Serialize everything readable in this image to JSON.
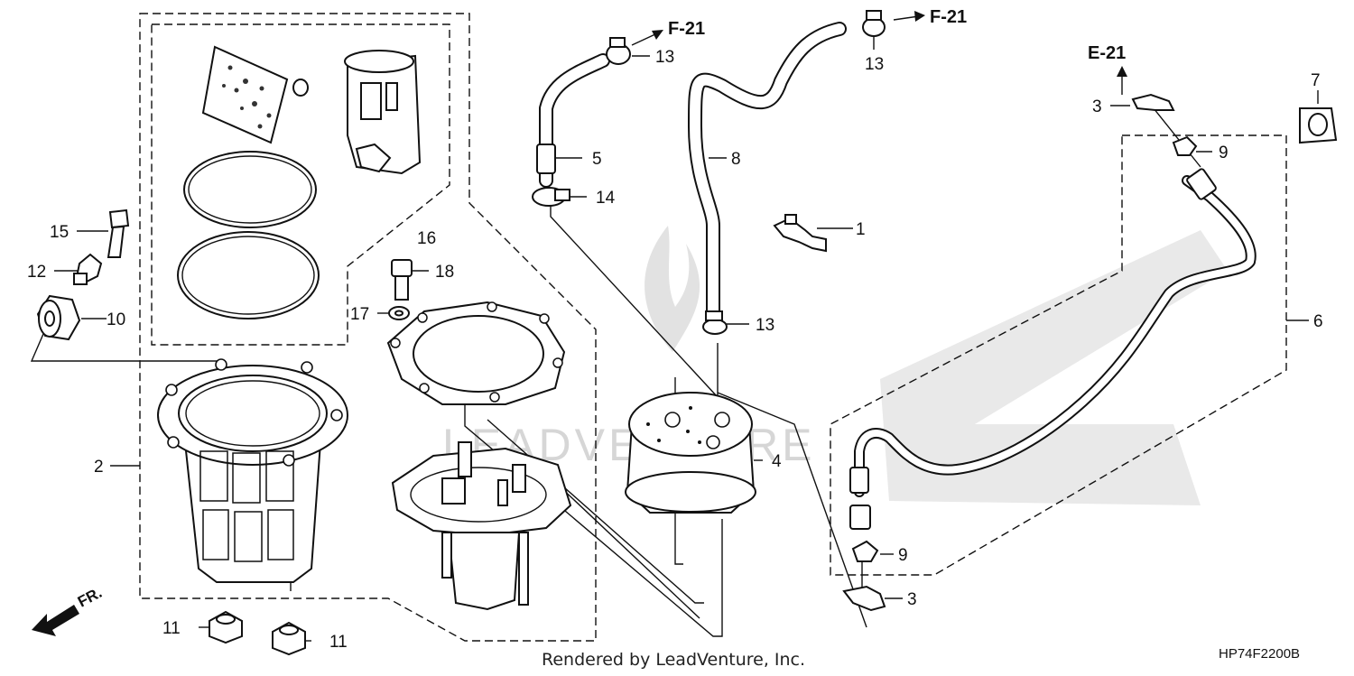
{
  "diagram": {
    "callouts": {
      "p1": "1",
      "p2": "2",
      "p3a": "3",
      "p3b": "3",
      "p4": "4",
      "p5": "5",
      "p6": "6",
      "p7": "7",
      "p8": "8",
      "p9a": "9",
      "p9b": "9",
      "p10": "10",
      "p11a": "11",
      "p11b": "11",
      "p12": "12",
      "p13a": "13",
      "p13b": "13",
      "p13c": "13",
      "p14": "14",
      "p15": "15",
      "p16": "16",
      "p17": "17",
      "p18": "18"
    },
    "refs": {
      "f21_left": "F-21",
      "f21_right": "F-21",
      "e21": "E-21"
    },
    "direction_label": "FR.",
    "credit": "Rendered by LeadVenture, Inc.",
    "diagram_code": "HP74F2200B",
    "watermark": "LEADVENTURE"
  }
}
